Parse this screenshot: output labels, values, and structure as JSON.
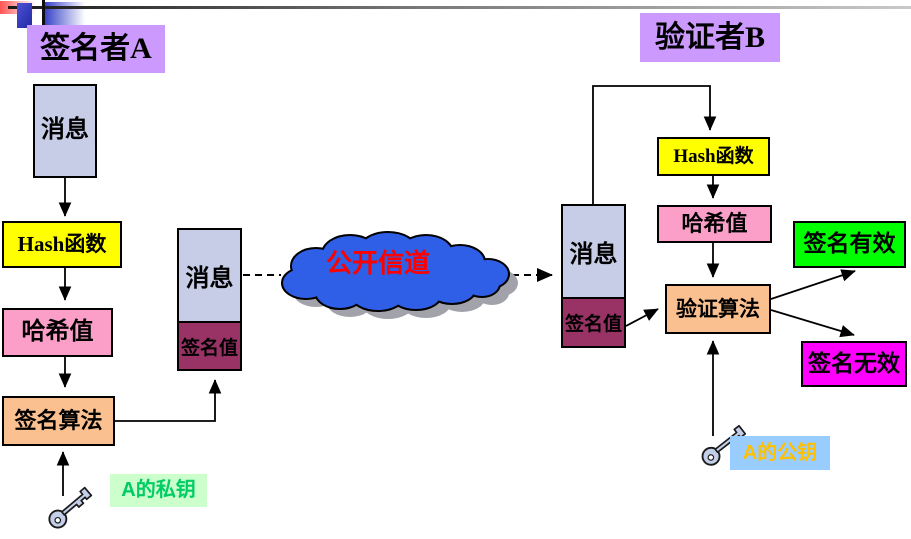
{
  "slide": {
    "signer": {
      "title": "签名者A",
      "message": "消息",
      "hash_function": "Hash函数",
      "hash_value": "哈希值",
      "sign_algorithm": "签名算法",
      "private_key": "A的私钥"
    },
    "sent_packet": {
      "message": "消息",
      "signature": "签名值"
    },
    "channel": {
      "label": "公开信道"
    },
    "received_packet": {
      "message": "消息",
      "signature": "签名值"
    },
    "verifier": {
      "title": "验证者B",
      "hash_function": "Hash函数",
      "hash_value": "哈希值",
      "verify_algorithm": "验证算法",
      "result_valid": "签名有效",
      "result_invalid": "签名无效",
      "public_key": "A的公钥"
    },
    "colors": {
      "title_bg": "#CC99FF",
      "message_bg": "#C7CDE7",
      "hash_fn_bg": "#FFFF00",
      "hash_val_bg": "#FB9FC9",
      "algorithm_bg": "#FAC090",
      "signature_bg": "#993366",
      "valid_bg": "#00FF00",
      "invalid_bg": "#FF00FF",
      "cloud_fill": "#2E5FE6",
      "channel_text": "#FF0000",
      "private_key_bg": "#CCFFCC",
      "private_key_text": "#00CC66",
      "public_key_bg": "#99CCFF",
      "public_key_text": "#FFC000"
    }
  }
}
